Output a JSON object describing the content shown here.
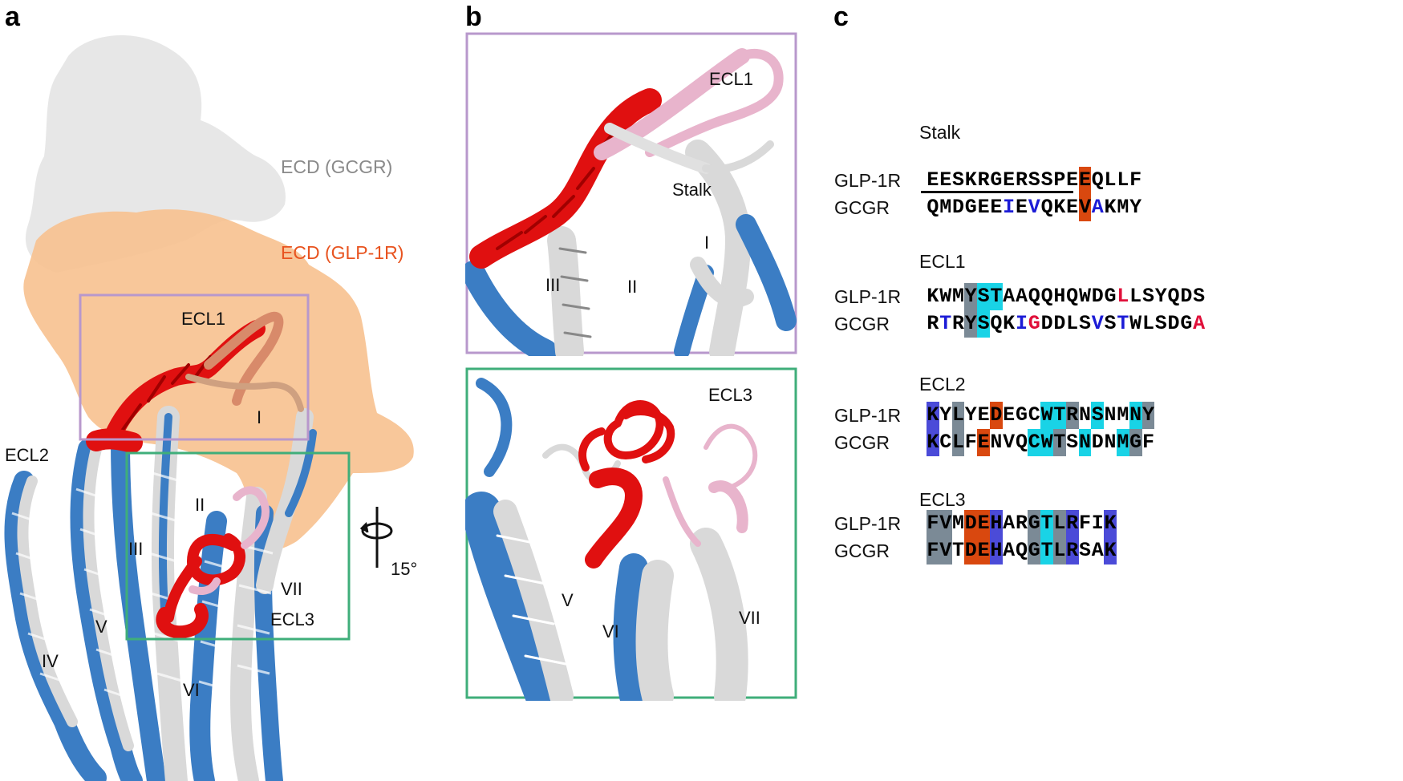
{
  "panels": {
    "a": {
      "letter": "a",
      "labels": {
        "ecd_gcgr": "ECD (GCGR)",
        "ecd_glp1r": "ECD (GLP-1R)",
        "ecl1": "ECL1",
        "ecl2": "ECL2",
        "ecl3": "ECL3",
        "tm_i": "I",
        "tm_ii": "II",
        "tm_iii": "III",
        "tm_iv": "IV",
        "tm_v": "V",
        "tm_vi": "VI",
        "tm_vii": "VII",
        "rotation": "15°"
      }
    },
    "b": {
      "letter": "b",
      "top": {
        "ecl1": "ECL1",
        "stalk": "Stalk",
        "tm_i": "I",
        "tm_ii": "II",
        "tm_iii": "III"
      },
      "bottom": {
        "ecl3": "ECL3",
        "tm_v": "V",
        "tm_vi": "VI",
        "tm_vii": "VII"
      }
    },
    "c": {
      "letter": "c",
      "blocks": [
        {
          "title": "Stalk",
          "rows": [
            {
              "name": "GLP-1R",
              "seq": "EESKRGERSSPEEQLLF"
            },
            {
              "name": "GCGR",
              "seq": "QMDGEEIEVQKEVAKMY"
            }
          ]
        },
        {
          "title": "ECL1",
          "rows": [
            {
              "name": "GLP-1R",
              "seq": "KWMYSTAAQQHQWDGLLSYQDS"
            },
            {
              "name": "GCGR",
              "seq": "RTRYSQKIGDDLSVSTWLSDGA"
            }
          ]
        },
        {
          "title": "ECL2",
          "rows": [
            {
              "name": "GLP-1R",
              "seq": "KYLYEDEGCWTRNSNMNY"
            },
            {
              "name": "GCGR",
              "seq": "KCLFENVQCWTSNDNMGF"
            }
          ]
        },
        {
          "title": "ECL3",
          "rows": [
            {
              "name": "GLP-1R",
              "seq": "FVMDEHARGTLRFIK"
            },
            {
              "name": "GCGR",
              "seq": "FVTDEHAQGTLRSAK"
            }
          ]
        }
      ]
    }
  },
  "colors": {
    "gcgr_surface": "#e6e6e6",
    "glp1r_surface": "#f7c18f",
    "ecd_glp1r_text": "#e8531f",
    "ecd_gcgr_text": "#8a8a8a",
    "helix_blue": "#3b7dc4",
    "helix_grey": "#d9d9d9",
    "helix_red": "#e01010",
    "helix_pink": "#e8b4cc",
    "box_purple": "#b898cc",
    "box_green": "#3fae7a",
    "hl_orange": "#d9480f",
    "hl_grey": "#7b8a96",
    "hl_cyan": "#19d3e6",
    "hl_blue": "#4b4bd8",
    "txt_blue": "#1c1cd6",
    "txt_red": "#e0103a"
  }
}
